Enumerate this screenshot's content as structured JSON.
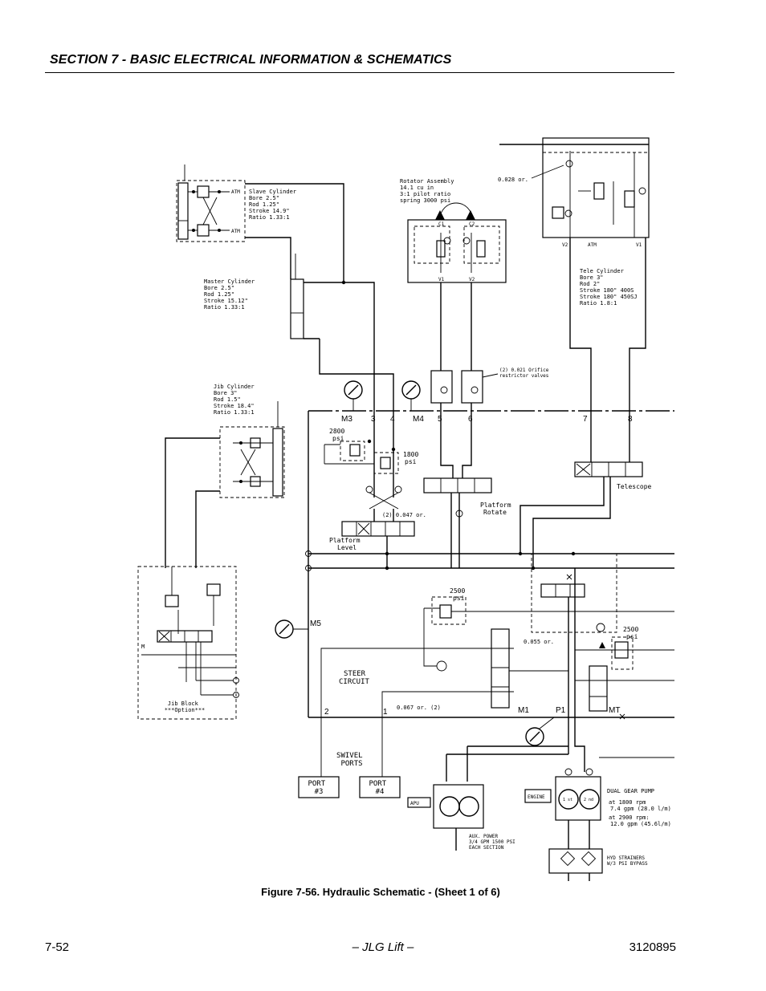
{
  "header": {
    "title": "SECTION 7 - BASIC ELECTRICAL INFORMATION & SCHEMATICS"
  },
  "schematic": {
    "slave_cylinder": [
      "Slave Cylinder",
      "Bore    2.5\"",
      "Rod     1.25\"",
      "Stroke  14.9\"",
      "Ratio   1.33:1"
    ],
    "master_cylinder": [
      "Master Cylinder",
      "Bore     2.5\"",
      "Rod      1.25\"",
      "Stroke  15.12\"",
      "Ratio   1.33:1"
    ],
    "jib_cylinder": [
      "Jib Cylinder",
      "Bore      3\"",
      "Rod      1.5\"",
      "Stroke 18.4\"",
      "Ratio 1.33:1"
    ],
    "rotator_assembly": [
      "Rotator Assembly",
      "14.1 cu in",
      "3:1 pilot ratio",
      "spring 3000 psi"
    ],
    "tele_cylinder": [
      "Tele Cylinder",
      "Bore    3\"",
      "Rod     2\"",
      "Stroke   180\" 400S",
      "Stroke   180\" 450SJ",
      "Ratio      1.8:1"
    ],
    "orifice_028": "0.028 or.",
    "orifice_restrictor": [
      "(2) 0.021 Orifice",
      "restrictor valves"
    ],
    "atm_top": "ATM",
    "atm_bottom": "ATM",
    "atm_tele": "ATM",
    "v1": "V1",
    "v2": "V2",
    "c1": "C1",
    "c2": "C2",
    "ports": {
      "m3": "M3",
      "p3": "3",
      "p4": "4",
      "m4": "M4",
      "p5": "5",
      "p6": "6",
      "p7": "7",
      "p8": "8",
      "m5": "M5",
      "p2": "2",
      "p1": "1",
      "m1": "M1",
      "pp1": "P1",
      "mt": "MT"
    },
    "psi_2800": [
      "2800",
      "psi"
    ],
    "psi_1800": [
      "1800",
      "psi"
    ],
    "psi_2500_a": [
      "2500",
      "psi"
    ],
    "psi_2500_b": [
      "2500",
      "psi"
    ],
    "orifice_047": "(2) 0.047 or.",
    "orifice_055": "0.055 or.",
    "orifice_067": "0.067 or. (2)",
    "platform_level": [
      "Platform",
      "Level"
    ],
    "platform_rotate": [
      "Platform",
      "Rotate"
    ],
    "telescope": "Telescope",
    "steer_circuit": [
      "STEER",
      "CIRCUIT"
    ],
    "swivel_ports": [
      "SWIVEL",
      "PORTS"
    ],
    "port3": [
      "PORT",
      "#3"
    ],
    "port4": [
      "PORT",
      "#4"
    ],
    "jib_block": [
      "Jib Block",
      "***Option***"
    ],
    "m_label": "M",
    "apu": "APU",
    "engine": "ENGINE",
    "dual_gear_pump": "DUAL GEAR PUMP",
    "pump_specs": [
      "at 1800 rpm",
      "7.4 gpm (28.0 l/m)",
      "at 2900 rpm:",
      "12.0 gpm (45.6l/m)"
    ],
    "pump_1st": "1 st",
    "pump_2nd": "2 nd",
    "aux_power": [
      "AUX. POWER",
      "3/4 GPM   1500 PSI",
      "EACH SECTION"
    ],
    "hyd_strainers": [
      "HYD STRAINERS",
      "W/3 PSI BYPASS"
    ]
  },
  "caption": "Figure 7-56.  Hydraulic Schematic - (Sheet 1 of 6)",
  "footer": {
    "page": "7-52",
    "center": "– JLG Lift –",
    "doc": "3120895"
  }
}
